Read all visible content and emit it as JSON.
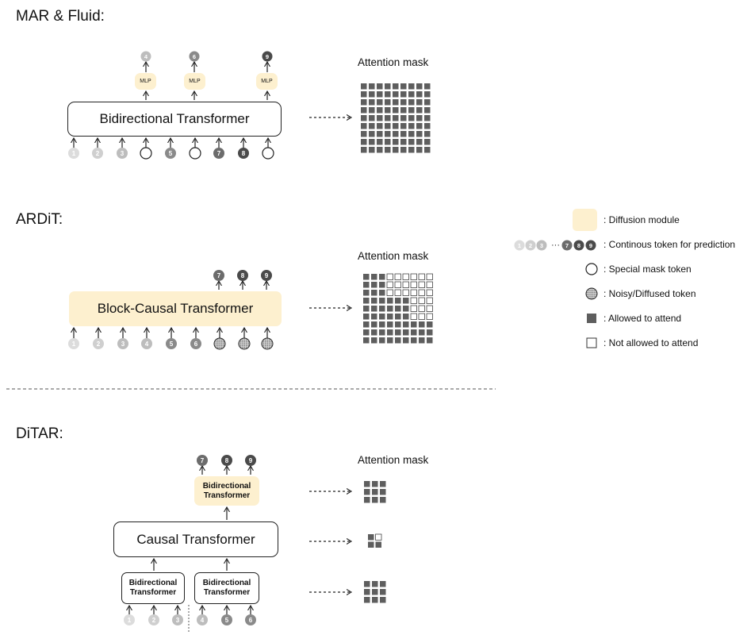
{
  "colors": {
    "diffusion_fill": "#fdf0cf",
    "token_light": "#dcdcdc",
    "token_lighter": "#cfcfcf",
    "token_mid": "#bdbdbd",
    "token_dark": "#8a8a8a",
    "token_darker": "#6c6c6c",
    "token_darkest": "#4a4a4a",
    "mask_cell": "#5e5e5e"
  },
  "sections": {
    "mar": {
      "title": "MAR & Fluid:",
      "transformer_label": "Bidirectional Transformer",
      "mlp_label": "MLP",
      "outputs": [
        "4",
        "6",
        "9"
      ],
      "inputs": [
        "1",
        "2",
        "3",
        "",
        "5",
        "",
        "7",
        "8",
        ""
      ],
      "attention_label": "Attention mask",
      "mask_pattern": "full"
    },
    "ardit": {
      "title": "ARDiT:",
      "transformer_label": "Block-Causal Transformer",
      "outputs": [
        "7",
        "8",
        "9"
      ],
      "inputs": [
        "1",
        "2",
        "3",
        "4",
        "5",
        "6",
        "",
        "",
        ""
      ],
      "attention_label": "Attention mask",
      "mask_pattern": "block-causal"
    },
    "ditar": {
      "title": "DiTAR:",
      "top_label": "Bidirectional Transformer",
      "causal_label": "Causal Transformer",
      "left_label": "Bidirectional Transformer",
      "right_label": "Bidirectional Transformer",
      "outputs": [
        "7",
        "8",
        "9"
      ],
      "inputs": [
        "1",
        "2",
        "3",
        "4",
        "5",
        "6"
      ],
      "attention_label": "Attention mask"
    }
  },
  "legend": {
    "diffusion": ": Diffusion module",
    "continuous": ": Continous token for prediction",
    "continuous_tokens_left": [
      "1",
      "2",
      "3"
    ],
    "continuous_dots": "···",
    "continuous_tokens_right": [
      "7",
      "8",
      "9"
    ],
    "special_mask": ": Special mask token",
    "noisy": ": Noisy/Diffused token",
    "allowed": ": Allowed to attend",
    "not_allowed": ": Not allowed to attend"
  }
}
